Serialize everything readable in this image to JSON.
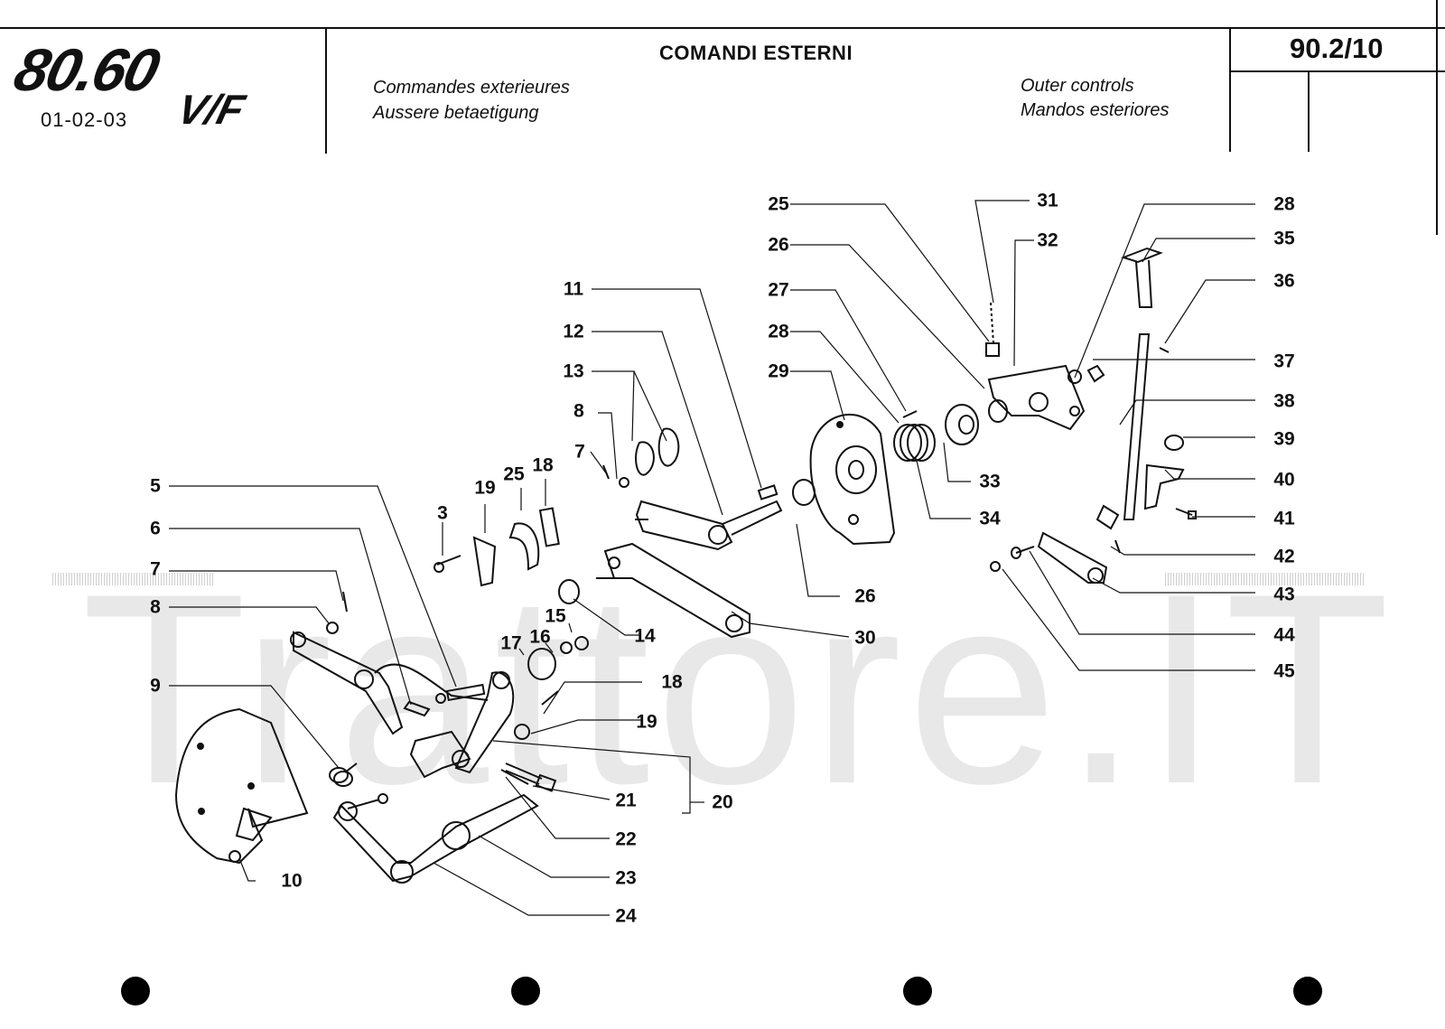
{
  "header": {
    "model_logo": "80.60",
    "model_suffix": "V/F",
    "model_numbers": "01-02-03",
    "title": "COMANDI ESTERNI",
    "subtitle_fr": "Commandes exterieures",
    "subtitle_de": "Aussere betaetigung",
    "subtitle_en": "Outer controls",
    "subtitle_es": "Mandos esteriores",
    "page_code": "90.2/10"
  },
  "watermark": "Trattore.IT",
  "callouts": [
    "3",
    "5",
    "6",
    "7",
    "8",
    "9",
    "10",
    "11",
    "12",
    "13",
    "8",
    "7",
    "19",
    "25",
    "18",
    "14",
    "15",
    "16",
    "17",
    "18",
    "19",
    "20",
    "21",
    "22",
    "23",
    "24",
    "25",
    "26",
    "27",
    "28",
    "29",
    "26",
    "30",
    "31",
    "32",
    "33",
    "34",
    "28",
    "35",
    "36",
    "37",
    "38",
    "39",
    "40",
    "41",
    "42",
    "43",
    "44",
    "45"
  ]
}
